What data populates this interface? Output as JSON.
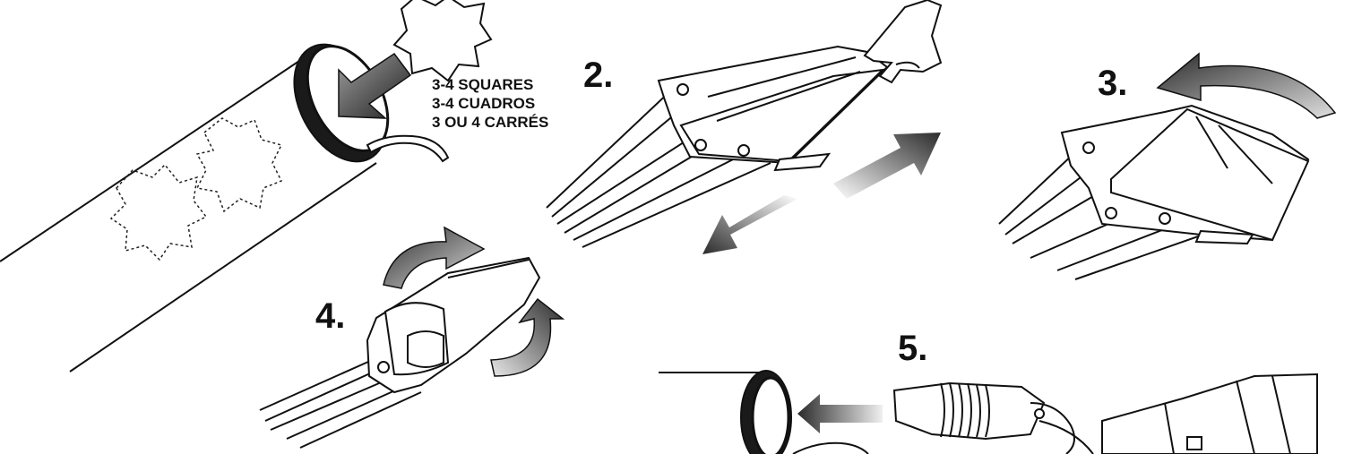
{
  "steps": {
    "step2": "2.",
    "step3": "3.",
    "step4": "4.",
    "step5": "5."
  },
  "note": {
    "line1": "3-4 SQUARES",
    "line2": "3-4 CUADROS",
    "line3": "3 OU 4 CARRÉS"
  },
  "colors": {
    "ink": "#111111",
    "arrow_dark": "#2b2b2b",
    "arrow_light": "#ececec"
  }
}
